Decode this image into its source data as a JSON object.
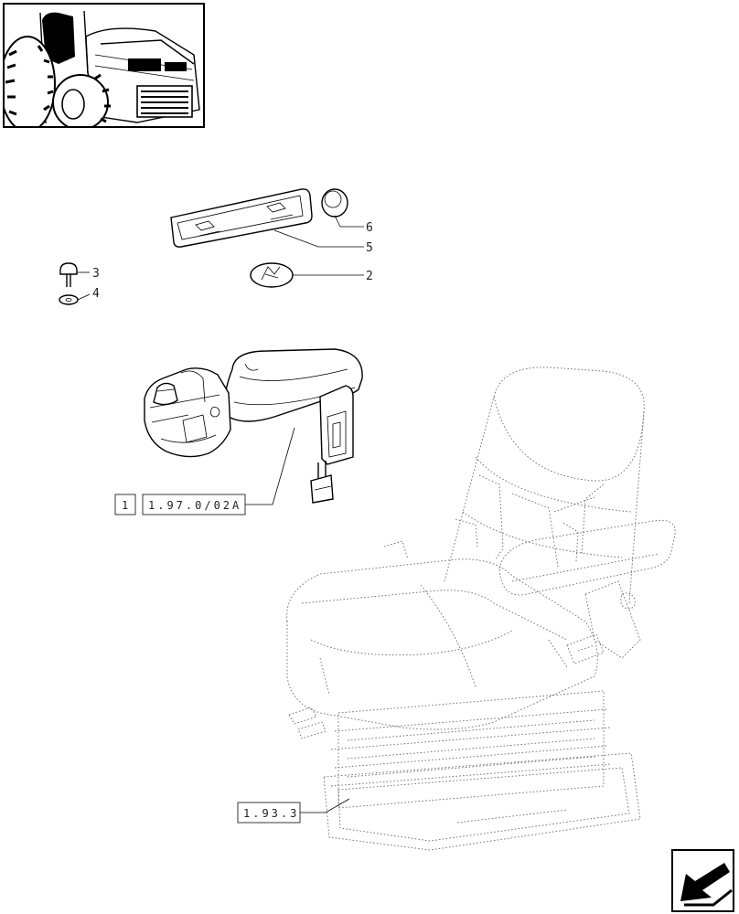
{
  "callouts": [
    {
      "id": "6",
      "text": "6"
    },
    {
      "id": "5",
      "text": "5"
    },
    {
      "id": "2",
      "text": "2"
    },
    {
      "id": "3",
      "text": "3"
    },
    {
      "id": "4",
      "text": "4"
    }
  ],
  "references": {
    "armrest_qty": "1",
    "armrest_ref": "1.97.0/02A",
    "seat_ref": "1.93.3"
  },
  "icons": {
    "thumbnail": "tractor-thumbnail-icon",
    "nav": "next-page-arrow-icon"
  },
  "colors": {
    "line": "#000000",
    "ghost_line": "#6b6b6b",
    "background": "#ffffff"
  }
}
